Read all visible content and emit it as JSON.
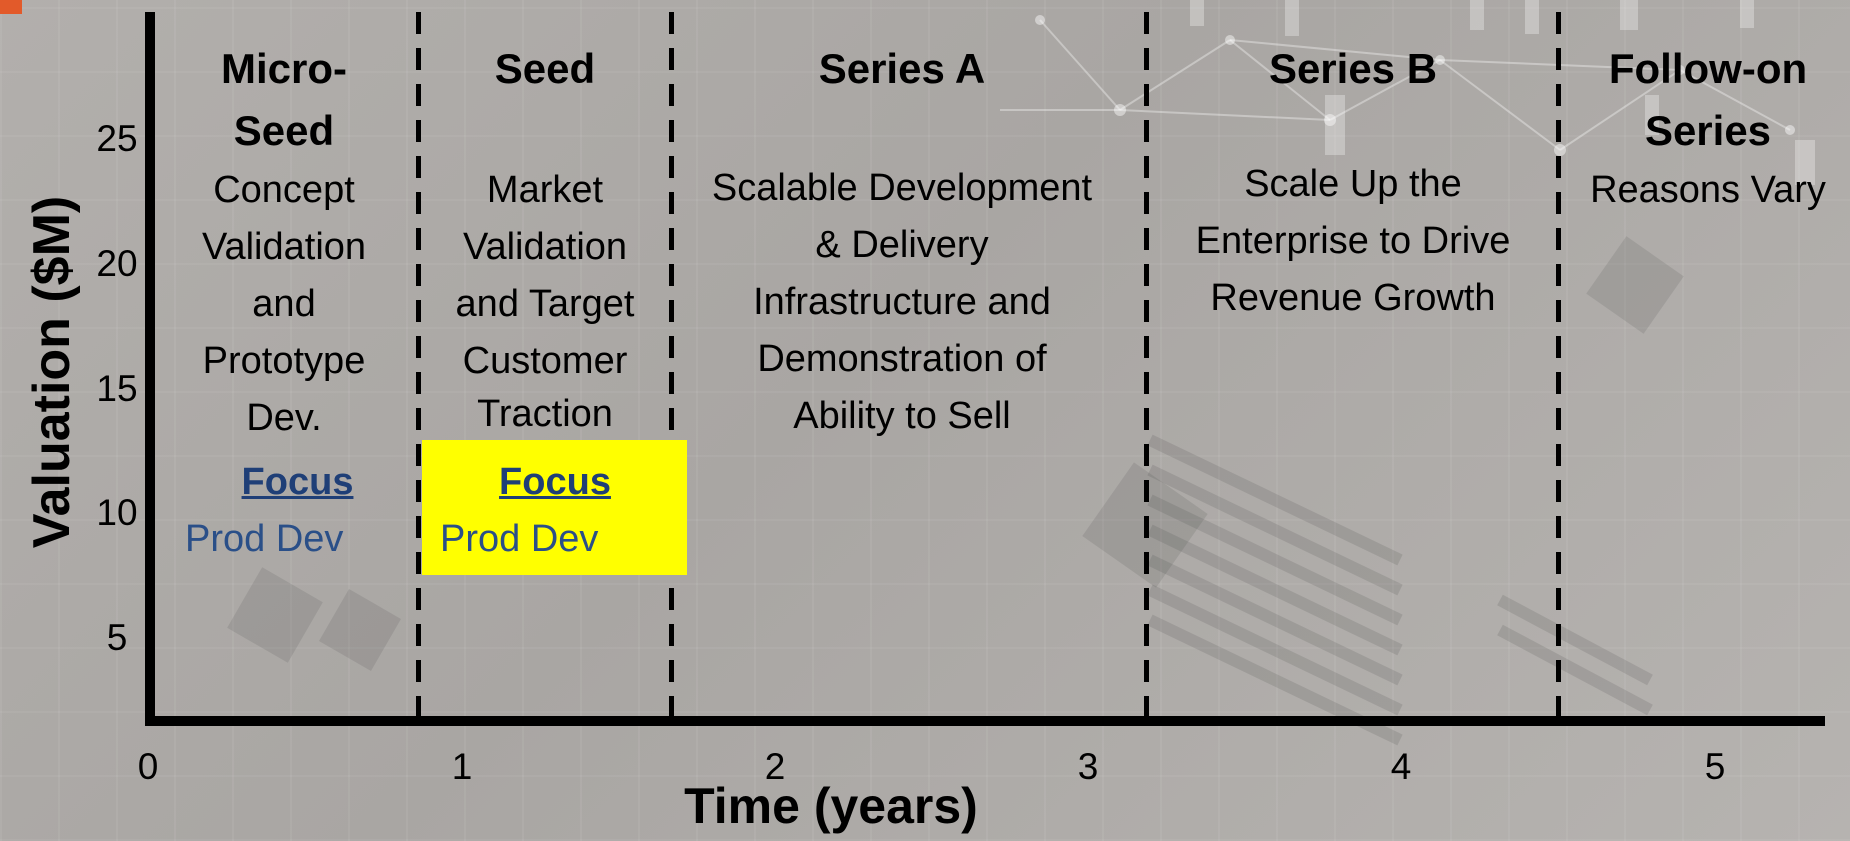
{
  "axes": {
    "y_label": "Valuation ($M)",
    "x_label": "Time (years)",
    "y_ticks": [
      "5",
      "10",
      "15",
      "20",
      "25"
    ],
    "x_ticks": [
      "0",
      "1",
      "2",
      "3",
      "4",
      "5"
    ]
  },
  "stages": [
    {
      "title_lines": [
        "Micro-",
        "Seed"
      ],
      "desc_lines": [
        "Concept",
        "Validation",
        "and",
        "Prototype",
        "Dev."
      ],
      "focus_heading": "Focus",
      "focus_item": "Prod Dev",
      "highlighted": false
    },
    {
      "title_lines": [
        "Seed"
      ],
      "desc_lines": [
        "Market",
        "Validation",
        "and Target",
        "Customer",
        "Traction"
      ],
      "focus_heading": "Focus",
      "focus_item": "Prod Dev",
      "highlighted": true
    },
    {
      "title_lines": [
        "Series A"
      ],
      "desc_lines": [
        "Scalable Development",
        "& Delivery",
        "Infrastructure and",
        "Demonstration of",
        "Ability to Sell"
      ]
    },
    {
      "title_lines": [
        "Series B"
      ],
      "desc_lines": [
        "Scale Up the",
        "Enterprise to Drive",
        "Revenue Growth"
      ]
    },
    {
      "title_lines": [
        "Follow-on",
        "Series"
      ],
      "desc_lines": [
        "Reasons Vary"
      ]
    }
  ],
  "colors": {
    "highlight": "#ffff00",
    "focus_text": "#2a4f88",
    "accent": "#e25a2a"
  }
}
